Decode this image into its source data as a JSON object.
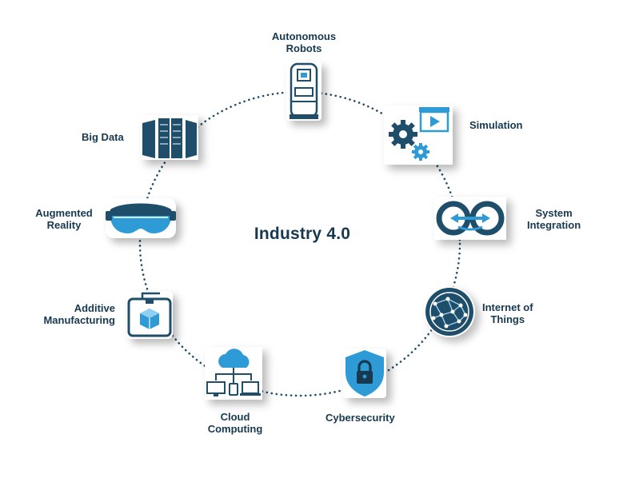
{
  "title": "Industry 4.0",
  "nodes": [
    {
      "id": "autonomous-robots",
      "line1": "Autonomous",
      "line2": "Robots",
      "icon": "robot-vehicle-icon"
    },
    {
      "id": "simulation",
      "line1": "Simulation",
      "line2": "",
      "icon": "gears-video-icon"
    },
    {
      "id": "system-integration",
      "line1": "System",
      "line2": "Integration",
      "icon": "linked-arrows-icon"
    },
    {
      "id": "internet-of-things",
      "line1": "Internet of",
      "line2": "Things",
      "icon": "network-globe-icon"
    },
    {
      "id": "cybersecurity",
      "line1": "Cybersecurity",
      "line2": "",
      "icon": "shield-lock-icon"
    },
    {
      "id": "cloud-computing",
      "line1": "Cloud",
      "line2": "Computing",
      "icon": "cloud-devices-icon"
    },
    {
      "id": "additive-manufacturing",
      "line1": "Additive",
      "line2": "Manufacturing",
      "icon": "3d-printer-icon"
    },
    {
      "id": "augmented-reality",
      "line1": "Augmented",
      "line2": "Reality",
      "icon": "vr-headset-icon"
    },
    {
      "id": "big-data",
      "line1": "Big Data",
      "line2": "",
      "icon": "server-racks-icon"
    }
  ],
  "colors": {
    "dark": "#1f4e6b",
    "light": "#2f9bd6",
    "text": "#17394f"
  }
}
